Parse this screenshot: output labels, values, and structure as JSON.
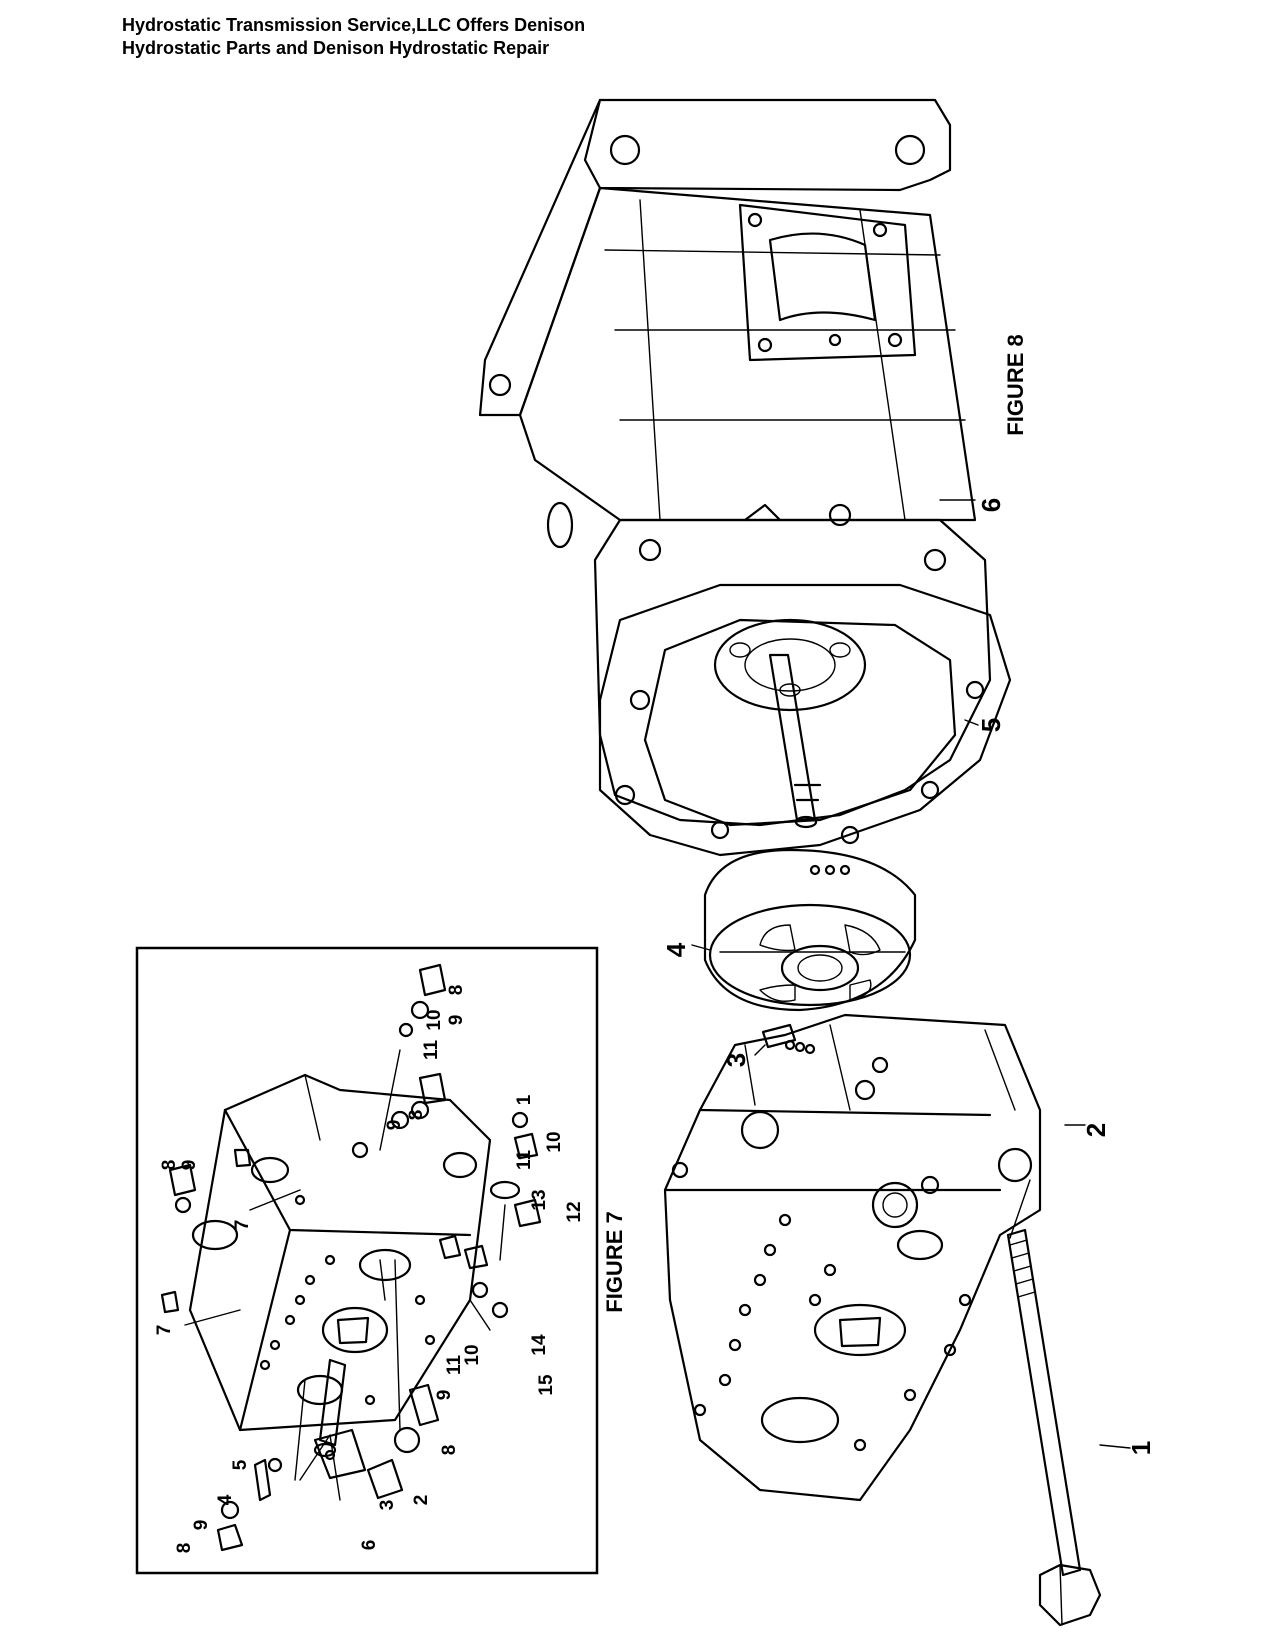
{
  "header": {
    "line1": "Hydrostatic Transmission Service,LLC Offers Denison",
    "line2": "Hydrostatic Parts and Denison Hydrostatic Repair"
  },
  "figure8": {
    "caption": "FIGURE 8",
    "callouts": [
      "1",
      "2",
      "3",
      "4",
      "5",
      "6"
    ]
  },
  "figure7": {
    "caption": "FIGURE 7",
    "callouts": [
      "1",
      "2",
      "3",
      "4",
      "5",
      "6",
      "7",
      "7",
      "8",
      "8",
      "8",
      "8",
      "8",
      "9",
      "9",
      "9",
      "9",
      "9",
      "10",
      "10",
      "10",
      "11",
      "11",
      "11",
      "12",
      "13",
      "14",
      "15"
    ]
  }
}
